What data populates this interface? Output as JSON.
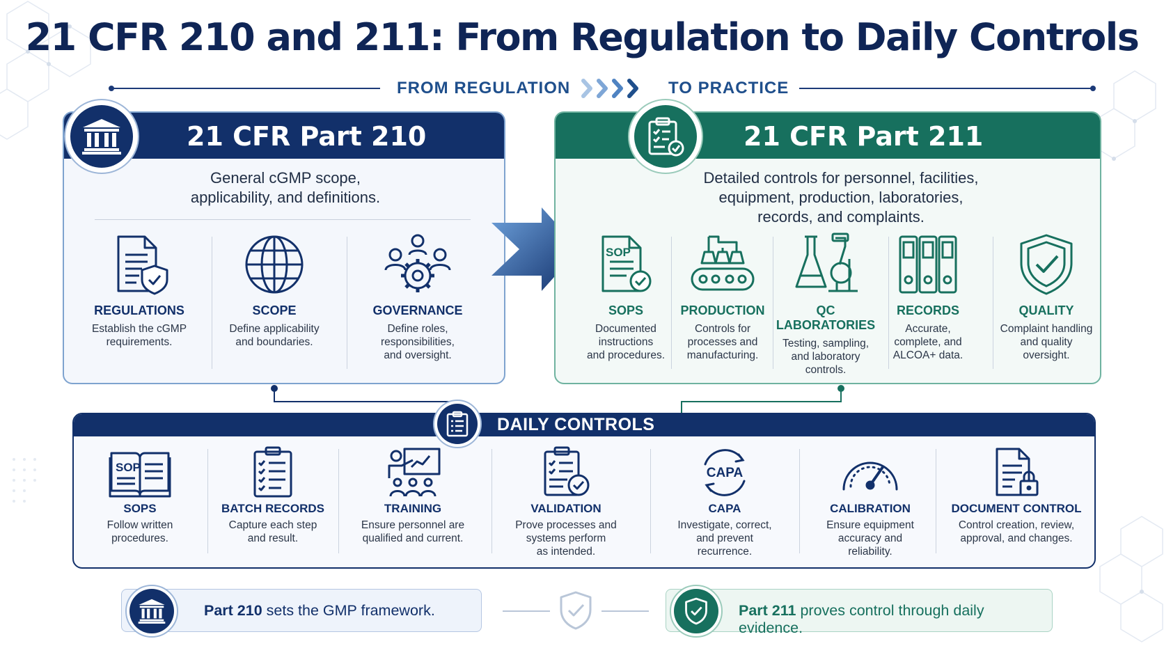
{
  "title": "21 CFR 210 and 211: From Regulation to Daily Controls",
  "banner": {
    "left": "FROM REGULATION",
    "right": "TO PRACTICE"
  },
  "part210": {
    "title": "21 CFR Part 210",
    "description": [
      "General cGMP scope,",
      "applicability, and definitions."
    ],
    "items": [
      {
        "label": "REGULATIONS",
        "desc": [
          "Establish the cGMP",
          "requirements."
        ],
        "icon": "document-shield-icon"
      },
      {
        "label": "SCOPE",
        "desc": [
          "Define applicability",
          "and boundaries."
        ],
        "icon": "globe-icon"
      },
      {
        "label": "GOVERNANCE",
        "desc": [
          "Define roles,",
          "responsibilities,",
          "and oversight."
        ],
        "icon": "people-gear-icon"
      }
    ]
  },
  "part211": {
    "title": "21 CFR Part 211",
    "description": [
      "Detailed controls for personnel, facilities,",
      "equipment, production, laboratories,",
      "records, and complaints."
    ],
    "items": [
      {
        "label": "SOPS",
        "desc": [
          "Documented",
          "instructions",
          "and procedures."
        ],
        "icon": "sop-document-icon",
        "icon_text": "SOP"
      },
      {
        "label": "PRODUCTION",
        "desc": [
          "Controls for",
          "processes and",
          "manufacturing."
        ],
        "icon": "conveyor-icon"
      },
      {
        "label": "QC LABORATORIES",
        "desc": [
          "Testing, sampling,",
          "and laboratory",
          "controls."
        ],
        "icon": "flask-microscope-icon"
      },
      {
        "label": "RECORDS",
        "desc": [
          "Accurate,",
          "complete, and",
          "ALCOA+ data."
        ],
        "icon": "binders-icon"
      },
      {
        "label": "QUALITY",
        "desc": [
          "Complaint handling",
          "and quality",
          "oversight."
        ],
        "icon": "shield-check-icon"
      }
    ]
  },
  "daily": {
    "title": "DAILY CONTROLS",
    "items": [
      {
        "label": "SOPS",
        "desc": [
          "Follow written",
          "procedures."
        ],
        "icon": "sop-book-icon",
        "icon_text": "SOP"
      },
      {
        "label": "BATCH RECORDS",
        "desc": [
          "Capture each step",
          "and result."
        ],
        "icon": "checklist-clipboard-icon"
      },
      {
        "label": "TRAINING",
        "desc": [
          "Ensure personnel are",
          "qualified and current."
        ],
        "icon": "training-presentation-icon"
      },
      {
        "label": "VALIDATION",
        "desc": [
          "Prove processes and",
          "systems perform",
          "as intended."
        ],
        "icon": "clipboard-check-icon"
      },
      {
        "label": "CAPA",
        "desc": [
          "Investigate, correct,",
          "and prevent",
          "recurrence."
        ],
        "icon": "capa-cycle-icon",
        "icon_text": "CAPA"
      },
      {
        "label": "CALIBRATION",
        "desc": [
          "Ensure equipment",
          "accuracy and",
          "reliability."
        ],
        "icon": "gauge-icon"
      },
      {
        "label": "DOCUMENT CONTROL",
        "desc": [
          "Control creation, review,",
          "approval, and changes."
        ],
        "icon": "document-lock-icon"
      }
    ]
  },
  "footer": {
    "left": {
      "bold": "Part 210",
      "text": " sets the GMP framework."
    },
    "right": {
      "bold": "Part 211",
      "text": " proves control through daily evidence."
    }
  },
  "colors": {
    "navy": "#12306a",
    "teal": "#17705e",
    "accent_blue": "#2f6fb4"
  }
}
